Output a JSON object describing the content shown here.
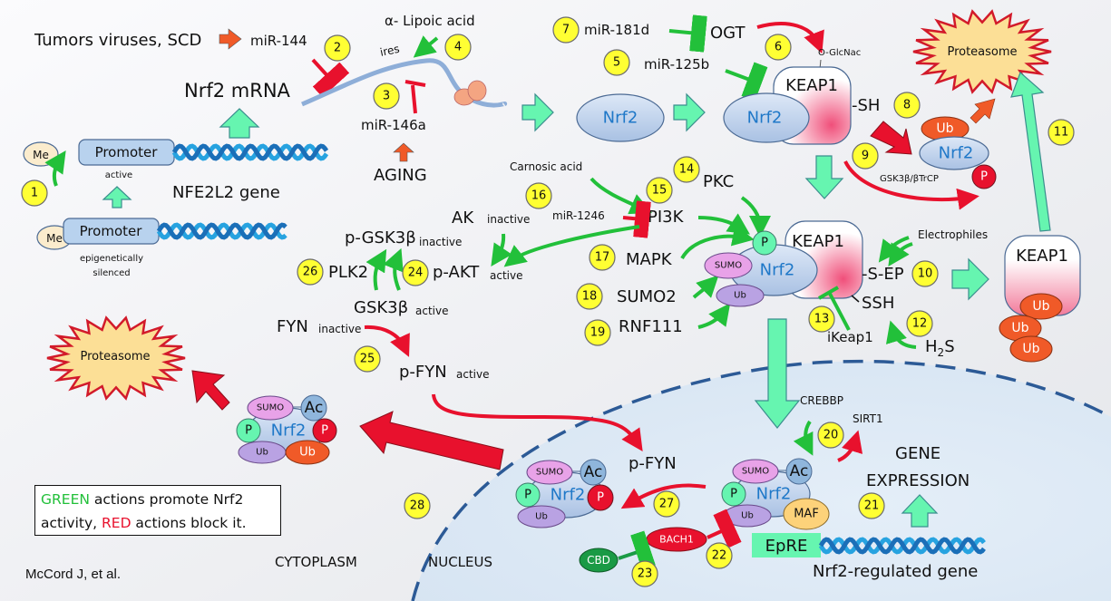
{
  "figure": {
    "citation": "McCord J, et al.",
    "legend": {
      "green_word": "GREEN",
      "line1_rest": " actions promote Nrf2",
      "line2_start": "activity, ",
      "red_word": "RED",
      "line2_rest": " actions block it."
    },
    "compartments": {
      "cytoplasm": "CYTOPLASM",
      "nucleus": "NUCLEUS"
    },
    "colors": {
      "promote": "#22c03a",
      "block": "#e8112d",
      "badge": "#ffff33",
      "nrf2_text": "#1f78c8",
      "flow_arrow": "#66f5b0",
      "ub": "#f05a28"
    }
  },
  "labels": {
    "tumors": "Tumors viruses, SCD",
    "mir144": "miR-144",
    "lipoic": "α- Lipoic acid",
    "ires": "ires",
    "nrf2_mrna": "Nrf2 mRNA",
    "mir146a": "miR-146a",
    "aging": "AGING",
    "promoter": "Promoter",
    "active": "active",
    "epi1": "epigenetically",
    "epi2": "silenced",
    "me": "Me",
    "gene": "NFE2L2 gene",
    "mir181d": "miR-181d",
    "ogt": "OGT",
    "mir125b": "miR-125b",
    "oglcnac": "O-GlcNac",
    "keap1": "KEAP1",
    "sh": "-SH",
    "nrf2": "Nrf2",
    "ub": "Ub",
    "p": "P",
    "proteasome": "Proteasome",
    "gsk_btrcp": "GSK3β/βTrCP",
    "carnosic": "Carnosic acid",
    "pkc": "PKC",
    "pi3k": "PI3K",
    "mir1246": "miR-1246",
    "ak": "AK",
    "inactive": "inactive",
    "pgsk": "p-GSK3β",
    "plk2": "PLK2",
    "pakt": "p-AKT",
    "gsk_active": "GSK3β",
    "mapk": "MAPK",
    "sumo2": "SUMO2",
    "rnf111": "RNF111",
    "sumo": "SUMO",
    "ac": "Ac",
    "electrophiles": "Electrophiles",
    "sep": "-S-EP",
    "ssh": "SSH",
    "ikeap1": "iKeap1",
    "h2s": "H",
    "h2s_sub": "2",
    "h2s_end": "S",
    "fyn": "FYN",
    "pfyn": "p-FYN",
    "pfyn_nuc": "p-FYN",
    "crebbp": "CREBBP",
    "sirt1": "SIRT1",
    "gene_expr1": "GENE",
    "gene_expr2": "EXPRESSION",
    "maf": "MAF",
    "epre": "EpRE",
    "regulated_gene": "Nrf2-regulated gene",
    "bach1": "BACH1",
    "cbd": "CBD"
  },
  "badges": [
    "1",
    "2",
    "3",
    "4",
    "5",
    "6",
    "7",
    "8",
    "9",
    "10",
    "11",
    "12",
    "13",
    "14",
    "15",
    "16",
    "17",
    "18",
    "19",
    "20",
    "21",
    "22",
    "23",
    "24",
    "25",
    "26",
    "27",
    "28"
  ]
}
